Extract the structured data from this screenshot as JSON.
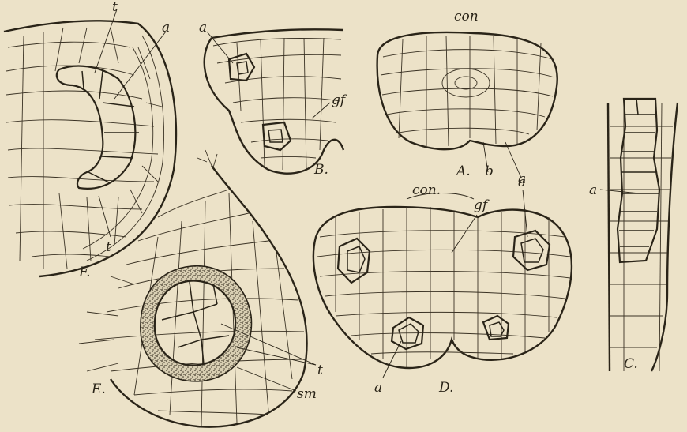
{
  "figures": {
    "A": {
      "caption": "A.",
      "labels": {
        "con": "con",
        "b": "b",
        "a": "a"
      }
    },
    "B": {
      "caption": "B.",
      "labels": {
        "a": "a",
        "gf": "gf"
      }
    },
    "C": {
      "caption": "C.",
      "labels": {
        "a": "a"
      }
    },
    "D": {
      "caption": "D.",
      "labels": {
        "con": "con.",
        "gf": "gf",
        "a_top": "a",
        "a_bottom": "a"
      }
    },
    "E": {
      "caption": "E.",
      "labels": {
        "t": "t",
        "sm": "sm"
      }
    },
    "F": {
      "caption": "F.",
      "labels": {
        "t_top": "t",
        "a": "a",
        "t_bottom": "t"
      }
    }
  },
  "colors": {
    "paper": "#ece2c8",
    "ink": "#2a2418"
  }
}
